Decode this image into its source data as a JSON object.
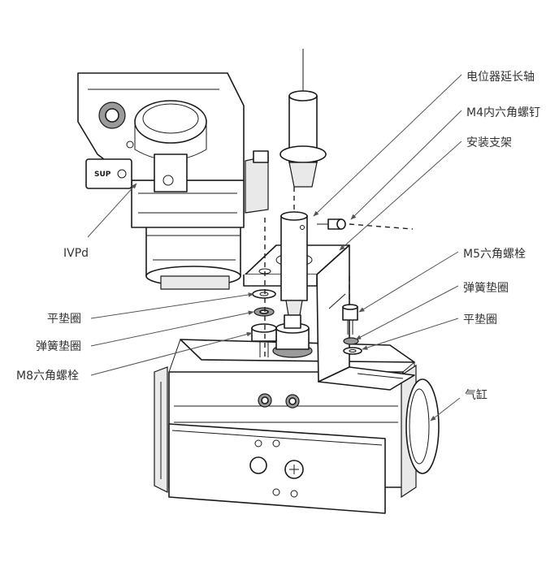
{
  "labels": {
    "potentiometer_shaft": "电位器延长轴",
    "m4_hex_screw": "M4内六角螺钉",
    "mounting_bracket": "安装支架",
    "ivpd": "IVPd",
    "m5_hex_bolt": "M5六角螺栓",
    "spring_washer_right": "弹簧垫圈",
    "flat_washer_right": "平垫圈",
    "flat_washer_left": "平垫圈",
    "spring_washer_left": "弹簧垫圈",
    "m8_hex_bolt": "M8六角螺栓",
    "cylinder": "气缸"
  },
  "positioner": {
    "badge": "SUP"
  },
  "colors": {
    "line": "#1a1a1a",
    "leader": "#555555",
    "text": "#333333"
  }
}
